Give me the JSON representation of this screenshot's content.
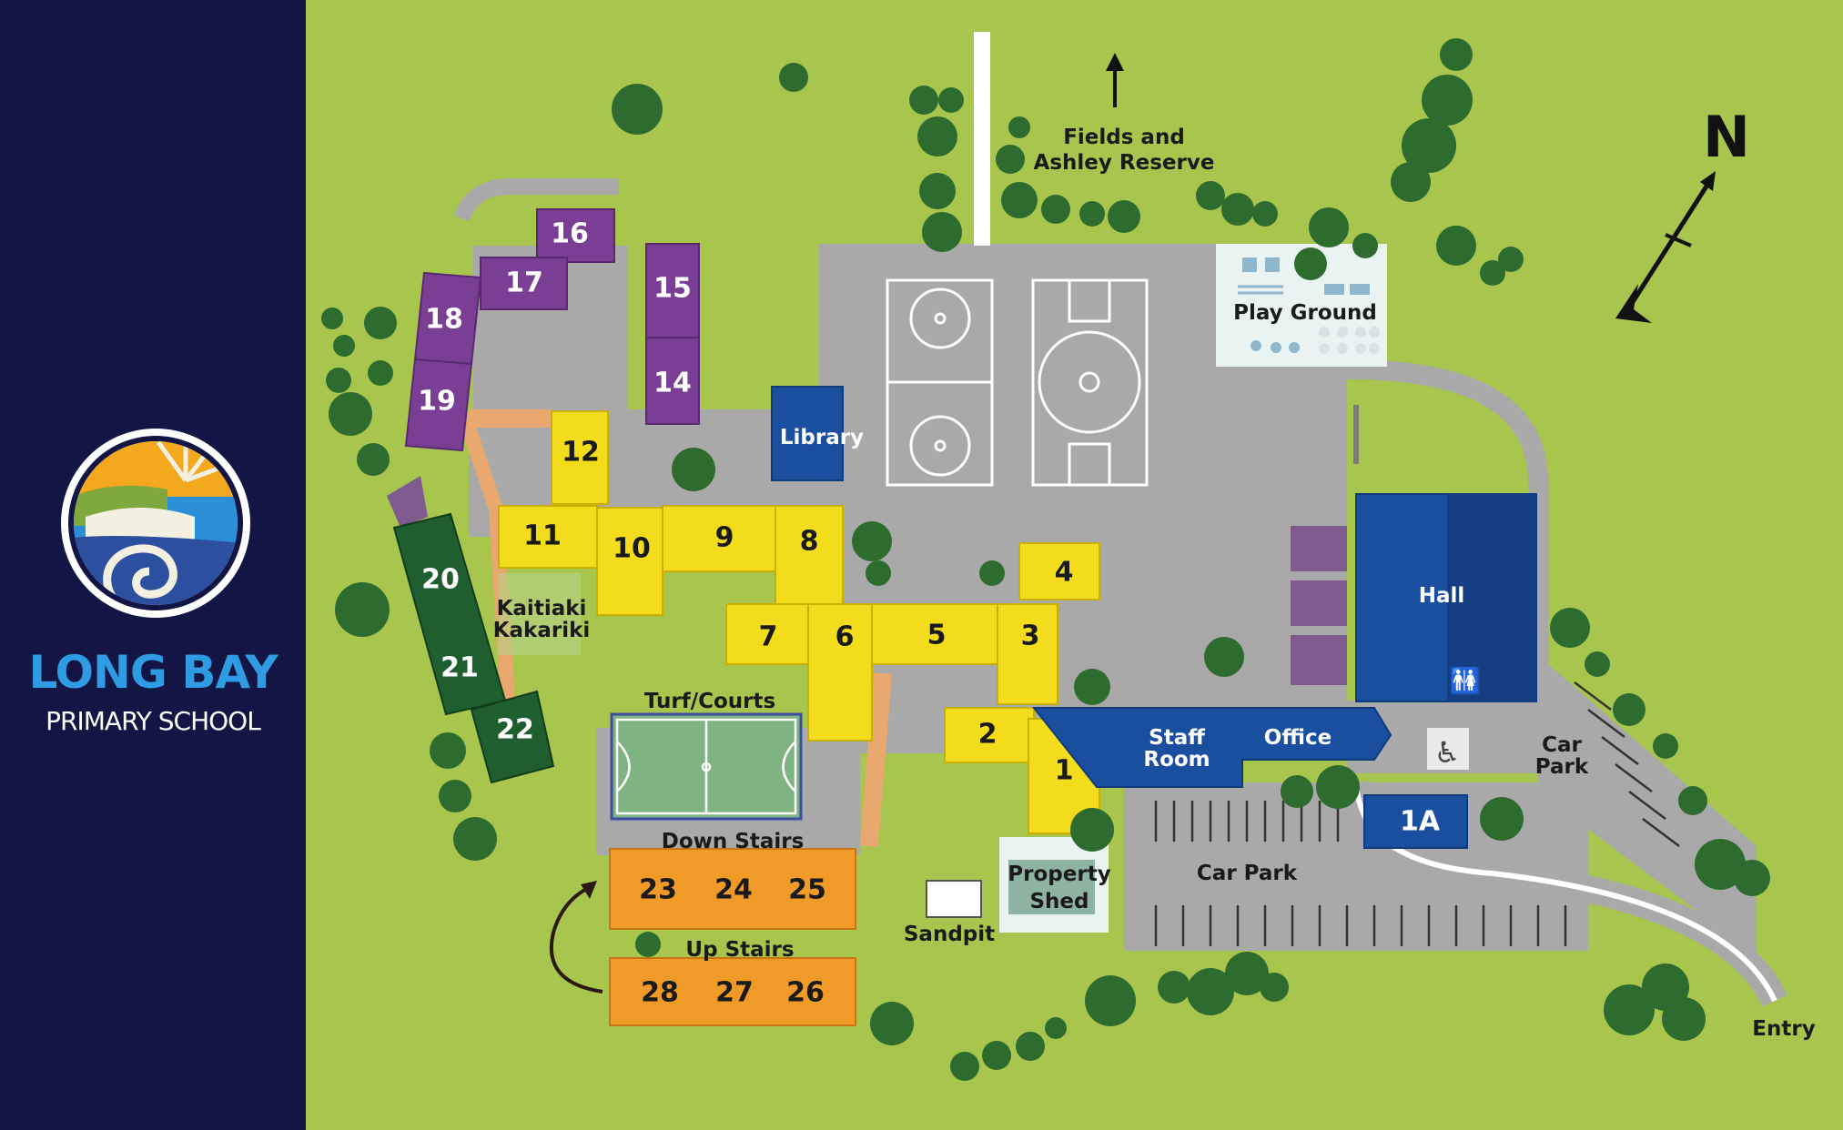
{
  "school": {
    "name": "LONG BAY",
    "subtitle": "PRIMARY SCHOOL"
  },
  "compass": {
    "label": "N"
  },
  "labels": {
    "fields_line1": "Fields and",
    "fields_line2": "Ashley Reserve",
    "play_ground": "Play Ground",
    "library": "Library",
    "hall": "Hall",
    "staff_line1": "Staff",
    "staff_line2": "Room",
    "office": "Office",
    "car_park_right_line1": "Car",
    "car_park_right_line2": "Park",
    "car_park": "Car Park",
    "property_line1": "Property",
    "property_line2": "Shed",
    "sandpit": "Sandpit",
    "turf": "Turf/Courts",
    "down_stairs": "Down Stairs",
    "up_stairs": "Up Stairs",
    "kaitiaki_line1": "Kaitiaki",
    "kaitiaki_line2": "Kakariki",
    "entry": "Entry"
  },
  "rooms": {
    "r1": "1",
    "r2": "2",
    "r3": "3",
    "r4": "4",
    "r5": "5",
    "r6": "6",
    "r7": "7",
    "r8": "8",
    "r9": "9",
    "r10": "10",
    "r11": "11",
    "r12": "12",
    "r14": "14",
    "r15": "15",
    "r16": "16",
    "r17": "17",
    "r18": "18",
    "r19": "19",
    "r20": "20",
    "r21": "21",
    "r22": "22",
    "r23": "23",
    "r24": "24",
    "r25": "25",
    "r26": "26",
    "r27": "27",
    "r28": "28",
    "r1a": "1A"
  },
  "colors": {
    "grass": "#a8c64e",
    "path": "#a9a9a9",
    "yellow": "#f2dc1b",
    "purple": "#7a3e95",
    "dark_green": "#1f5e2f",
    "orange": "#f09a27",
    "blue": "#1a4fa0",
    "sidebar": "#131645",
    "brand": "#2f9be2"
  }
}
